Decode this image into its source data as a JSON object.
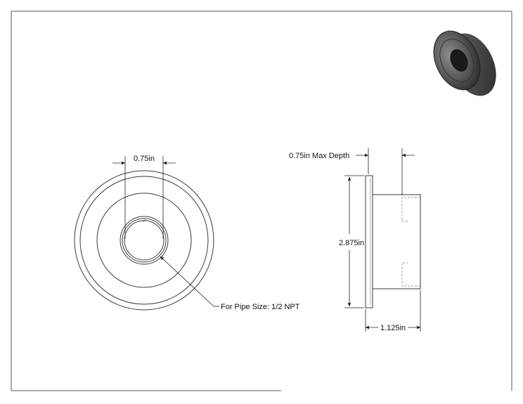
{
  "annotations": {
    "front_bore_dim": "0.75in",
    "pipe_size_callout": "For Pipe Size: 1/2 NPT",
    "max_depth_dim": "0.75in Max Depth",
    "height_dim": "2.875in",
    "length_dim": "1.125in"
  },
  "colors": {
    "line": "#3a3a3a",
    "dimension": "#222222",
    "hidden_line": "#9a9a9a",
    "iso_body": "#4a4a4a"
  }
}
